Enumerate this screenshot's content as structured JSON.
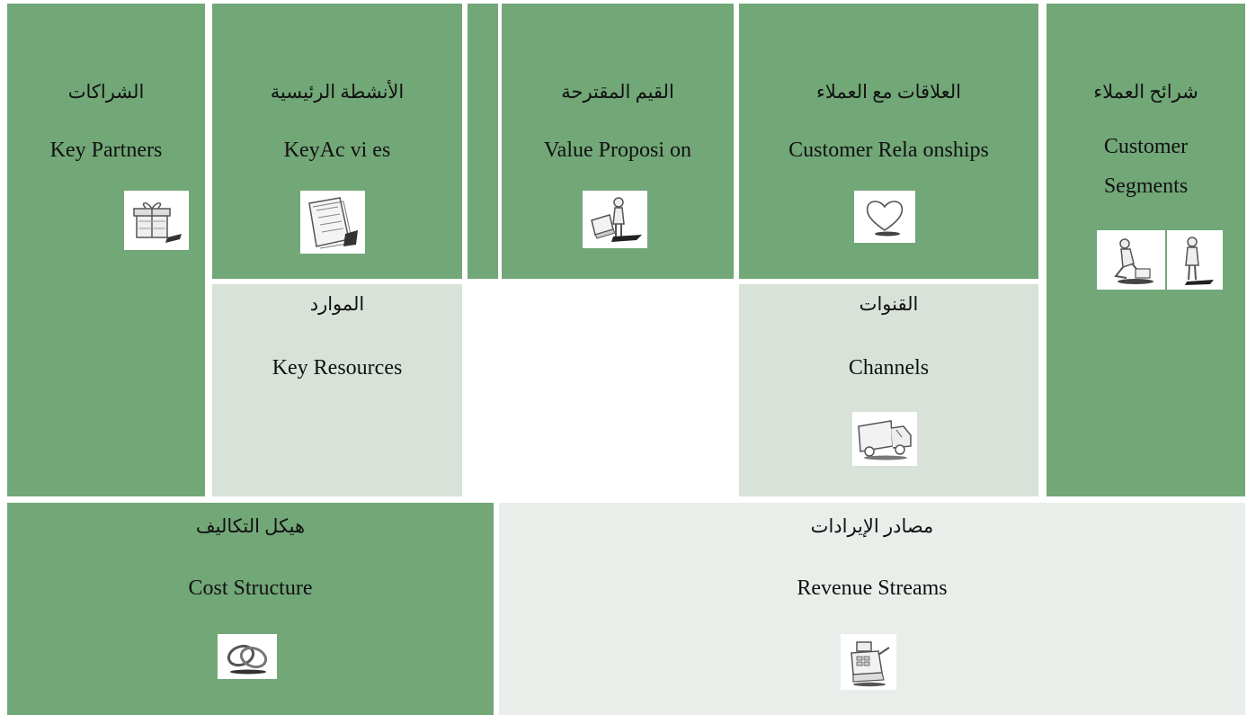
{
  "colors": {
    "green": "#72a778",
    "light_green": "#d8e2d9",
    "pale_green": "#eaeeea",
    "text": "#111111"
  },
  "key_partners": {
    "arabic": "الشراكات",
    "english": "Key Partners",
    "icon": "gift-box-icon"
  },
  "key_activities": {
    "arabic": "الأنشطة الرئيسية",
    "english": "KeyAc vi es",
    "icon": "document-stack-icon"
  },
  "value_proposition": {
    "arabic": "القيم المقترحة",
    "english": "Value Proposi on",
    "icon": "person-with-box-icon"
  },
  "customer_relationships": {
    "arabic": "العلاقات مع العملاء",
    "english": "Customer Rela onships",
    "icon": "heart-icon"
  },
  "customer_segments": {
    "arabic": "شرائح العملاء",
    "english_line1": "Customer",
    "english_line2": "Segments",
    "icons": [
      "kneeling-person-icon",
      "standing-person-icon"
    ]
  },
  "key_resources": {
    "arabic": "الموارد",
    "english": "Key Resources"
  },
  "channels": {
    "arabic": "القنوات",
    "english": "Channels",
    "icon": "delivery-truck-icon"
  },
  "cost_structure": {
    "arabic": "هيكل التكاليف",
    "english": "Cost Structure",
    "icon": "chain-rings-icon"
  },
  "revenue_streams": {
    "arabic": "مصادر الإيرادات",
    "english": "Revenue Streams",
    "icon": "cash-register-icon"
  }
}
